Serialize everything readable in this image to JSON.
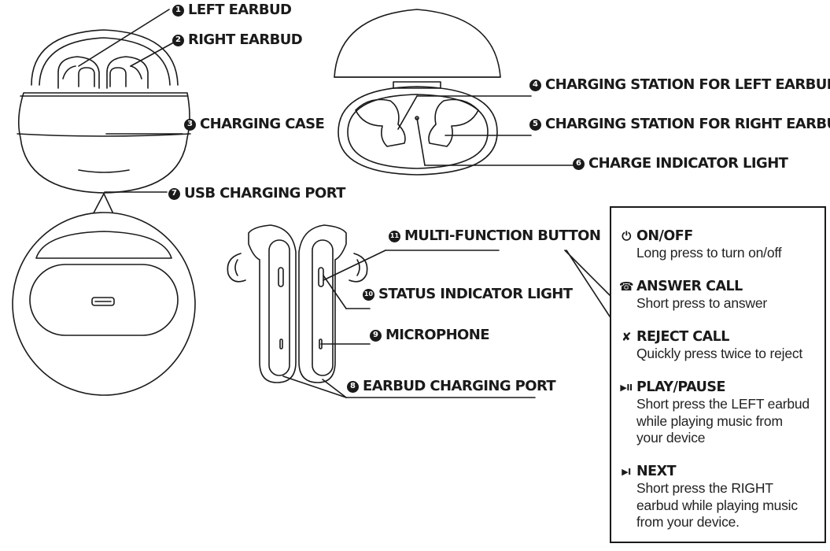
{
  "labels": {
    "left_earbud": {
      "num": "1",
      "text": "LEFT EARBUD"
    },
    "right_earbud": {
      "num": "2",
      "text": "RIGHT EARBUD"
    },
    "charging_case": {
      "num": "3",
      "text": "CHARGING CASE"
    },
    "station_left": {
      "num": "4",
      "text": "CHARGING STATION FOR LEFT EARBUD"
    },
    "station_right": {
      "num": "5",
      "text": "CHARGING STATION FOR RIGHT EARBUD"
    },
    "charge_light": {
      "num": "6",
      "text": "CHARGE INDICATOR LIGHT"
    },
    "usb_port": {
      "num": "7",
      "text": "USB CHARGING PORT"
    },
    "earbud_port": {
      "num": "8",
      "text": "EARBUD CHARGING PORT"
    },
    "microphone": {
      "num": "9",
      "text": "MICROPHONE"
    },
    "status_light": {
      "num": "10",
      "text": "STATUS INDICATOR LIGHT"
    },
    "mf_button": {
      "num": "11",
      "text": "MULTI-FUNCTION BUTTON"
    }
  },
  "functions": [
    {
      "icon": "power-icon",
      "glyph": "⏻",
      "title": "ON/OFF",
      "desc": "Long press to turn on/off"
    },
    {
      "icon": "phone-icon",
      "glyph": "☎",
      "title": "ANSWER CALL",
      "desc": "Short press to answer"
    },
    {
      "icon": "reject-call-icon",
      "glyph": "✘",
      "title": "REJECT CALL",
      "desc": "Quickly press twice to reject"
    },
    {
      "icon": "play-pause-icon",
      "glyph": "▶II",
      "title": "PLAY/PAUSE",
      "desc": "Short press the LEFT earbud\nwhile playing music from\nyour device"
    },
    {
      "icon": "next-track-icon",
      "glyph": "▶I",
      "title": "NEXT",
      "desc": "Short press the RIGHT\nearbud while playing music\nfrom your device."
    }
  ]
}
